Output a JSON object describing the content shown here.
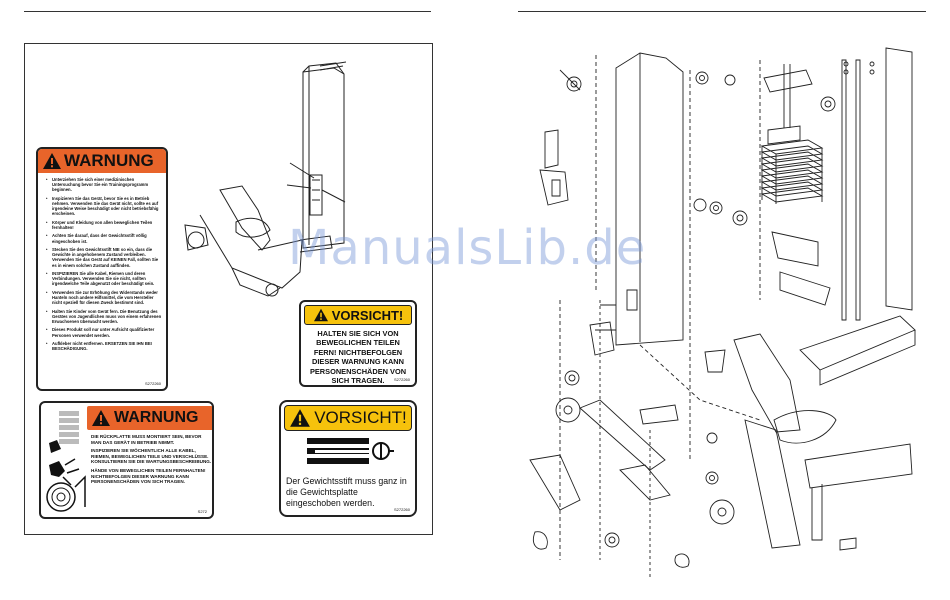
{
  "watermark": "ManualsLib.de",
  "warnung_label_1": {
    "title": "WARNUNG",
    "items": [
      "Unterziehen Sie sich einer medizinischen Untersuchung bevor Sie ein Trainingsprogramm beginnen.",
      "Inspizieren Sie das Gerät, bevor Sie es in Betrieb nehmen. Verwenden Sie das Gerät nicht, sollte es auf irgendeine Weise beschädigt oder nicht betriebsfähig erscheinen.",
      "Körper und Kleidung von allen beweglichen Teilen fernhalten!",
      "Achten Sie darauf, dass der Gewichtsstift völlig eingeschoben ist.",
      "Stecken Sie den Gewichtsstift NIE so ein, dass die Gewichte in angehobenem Zustand verbleiben. Verwenden Sie das Gerät auf KEINEN Fall, sollten Sie es in einem solchen Zustand auffinden.",
      "INSPIZIEREN Sie alle Kabel, Riemen und deren Verbindungen. Verwenden Sie sie nicht, sollten irgendwelche Teile abgenutzt oder beschädigt sein.",
      "Verwenden Sie zur Erhöhung des Widerstands weder Hanteln noch andere Hilfsmittel, die vom Hersteller nicht speziell für diesen Zweck bestimmt sind.",
      "Halten Sie Kinder vom Gerät fern. Die Benutzung des Gerätes von Jugendlichen muss von einem erfahrenen Erwachsenen überwacht werden.",
      "Dieses Produkt soll nur unter Aufsicht qualifizierter Personen verwendet werden.",
      "Aufkleber nicht entfernen. ERSETZEN SIE IHN BEI BESCHÄDIGUNG."
    ],
    "code": "S272260"
  },
  "vorsicht_label_1": {
    "title": "VORSICHT!",
    "text": "HALTEN SIE SICH VON BEWEGLICHEN TEILEN FERN! NICHTBEFOLGEN DIESER WARNUNG KANN PERSONENSCHÄDEN VON SICH TRAGEN.",
    "code": "S272260"
  },
  "warnung_label_2": {
    "title": "WARNUNG",
    "paragraphs": [
      "DIE RÜCKPLATTE MUSS MONTIERT SEIN, BEVOR MAN DAS GERÄT IN BETRIEB NIMMT.",
      "INSPIZIEREN SIE WÖCHENTLICH ALLE KABEL, RIEMEN, BEWEGLICHEN TEILE UND VERSCHLÜSSE. KONSULTIEREN SIE DIE WARTUNGSBESCHREIBUNG.",
      "HÄNDE VON BEWEGLICHEN TEILEN FERNHALTEN! NICHTBEFOLGEN DIESER WARNUNG KANN PERSONENSCHÄDEN VON SICH TRAGEN."
    ],
    "code": "S272"
  },
  "vorsicht_label_2": {
    "title": "VORSICHT!",
    "text": "Der Gewichtsstift muss ganz in die Gewichtsplatte eingeschoben werden.",
    "code": "S272260"
  },
  "colors": {
    "warnung": "#e8642a",
    "vorsicht": "#f6c20c",
    "watermark": "#7896d7"
  }
}
